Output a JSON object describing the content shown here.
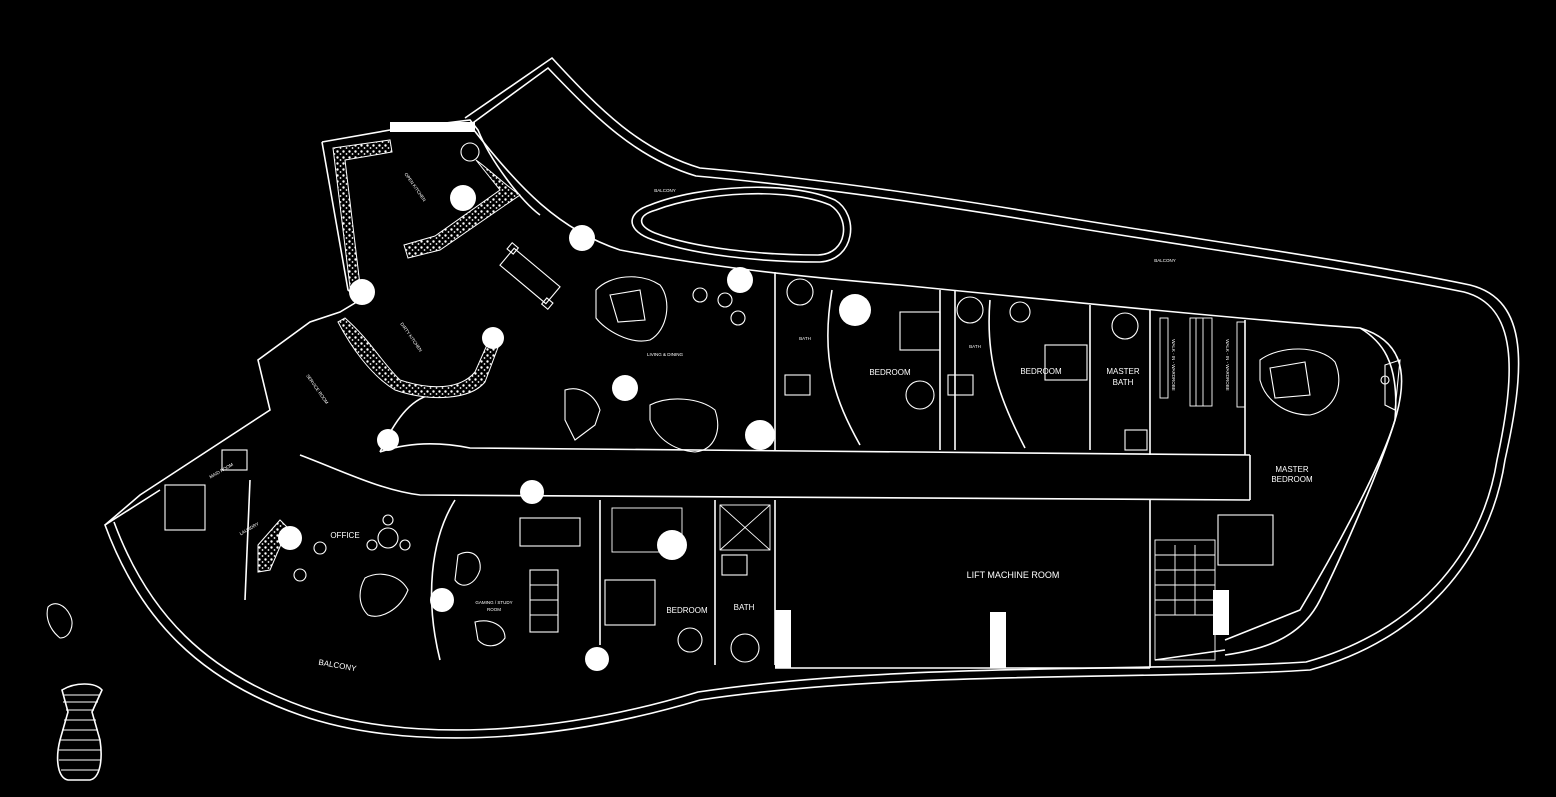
{
  "rooms": {
    "balcony_top": "BALCONY",
    "balcony_right": "BALCONY",
    "balcony_bottom": "BALCONY",
    "open_kitchen": "OPEN KITCHEN",
    "dirty_kitchen": "DIRTY KITCHEN",
    "service_room": "SERVICE ROOM",
    "maid_room": "MAID ROOM",
    "laundry": "LAUNDRY",
    "living_dining": "LIVING & DINING",
    "bath_1": "BATH",
    "bedroom_1": "BEDROOM",
    "bath_2": "BATH",
    "bedroom_2": "BEDROOM",
    "master_bath_line1": "MASTER",
    "master_bath_line2": "BATH",
    "walk_in_1": "WALK - IN - WARDROBE",
    "walk_in_2": "WALK - IN - WARDROBE",
    "master_bedroom_line1": "MASTER",
    "master_bedroom_line2": "BEDROOM",
    "office": "OFFICE",
    "gaming_line1": "GAMING / STUDY",
    "gaming_line2": "ROOM",
    "bedroom_3": "BEDROOM",
    "bath_3": "BATH",
    "lift_machine_room": "LIFT MACHINE ROOM"
  },
  "colors": {
    "background": "#000000",
    "lines": "#ffffff"
  }
}
